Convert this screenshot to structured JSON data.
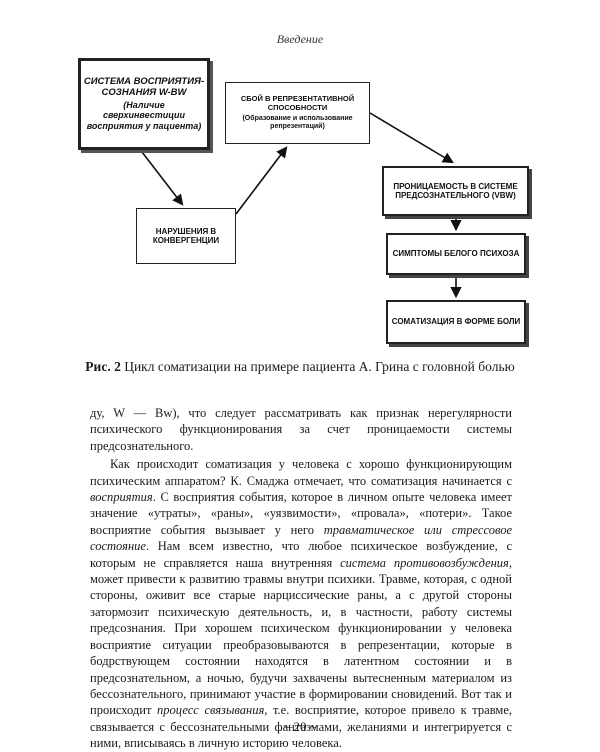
{
  "running_head": "Введение",
  "diagram": {
    "box_a": {
      "title": "СИСТЕМА ВОСПРИЯТИЯ-СОЗНАНИЯ W-Bw",
      "note": "(Наличие сверхинвестиции восприятия у пациента)"
    },
    "box_b": {
      "title": "СБОЙ В РЕПРЕЗЕНТАТИВНОЙ СПОСОБНОСТИ",
      "note": "(Образование и использование репрезентаций)"
    },
    "box_c": {
      "title": "НАРУШЕНИЯ В КОНВЕРГЕНЦИИ"
    },
    "box_d": {
      "title": "ПРОНИЦАЕМОСТЬ В СИСТЕМЕ ПРЕДСОЗНАТЕЛЬНОГО (vBw)"
    },
    "box_e": {
      "title": "СИМПТОМЫ БЕЛОГО ПСИХОЗА"
    },
    "box_f": {
      "title": "СОМАТИЗАЦИЯ В ФОРМЕ БОЛИ"
    }
  },
  "caption": {
    "label": "Рис. 2",
    "text": "Цикл соматизации на примере пациента А. Грина с головной болью"
  },
  "paragraphs": [
    [
      {
        "t": "ду, W — Bw), что следует рассматривать как признак нерегулярности психического функционирования за счет проницаемости системы предсознательного.",
        "i": false
      }
    ],
    [
      {
        "t": "Как происходит соматизация у человека с хорошо функционирующим психическим аппаратом? К. Смаджа отмечает, что соматизация начинается с ",
        "i": false
      },
      {
        "t": "восприятия",
        "i": true
      },
      {
        "t": ". С восприятия события, которое в личном опыте человека имеет значение «утраты», «раны», «уязвимости», «провала», «потери». Такое восприятие события вызывает у него ",
        "i": false
      },
      {
        "t": "травматическое или стрессовое состояние",
        "i": true
      },
      {
        "t": ". Нам всем известно, что любое психическое возбуждение, с которым не справляется наша внутренняя ",
        "i": false
      },
      {
        "t": "система противовозбуждения,",
        "i": true
      },
      {
        "t": " может привести к развитию травмы внутри психики. Травме, которая, с одной стороны, оживит все старые нарциссические раны, а с другой стороны затормозит психическую деятельность, и, в частности, работу системы предсознания. При хорошем психическом функционировании у человека восприятие ситуации преобразовываются в репрезентации, которые в бодрствующем состоянии находятся в латентном состоянии и в предсознательном, а ночью, будучи захвачены вытесненным материалом из бессознательного, принимают участие в формировании сновидений. Вот так и происходит ",
        "i": false
      },
      {
        "t": "процесс связывания",
        "i": true
      },
      {
        "t": ", т.е. восприятие, которое привело к травме, связывается с бессознательными фантазмами, желаниями и интегрируется с ними, вписываясь в личную историю человека.",
        "i": false
      }
    ]
  ],
  "page_number": "~ 20 ~"
}
